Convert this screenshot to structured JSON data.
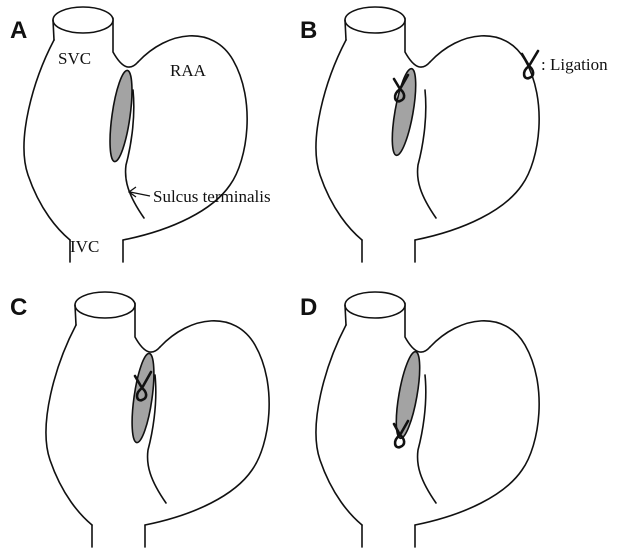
{
  "panels": {
    "a": {
      "letter": "A",
      "labels": {
        "svc": "SVC",
        "raa": "RAA",
        "ivc": "IVC",
        "sulcus": "Sulcus terminalis"
      }
    },
    "b": {
      "letter": "B"
    },
    "c": {
      "letter": "C"
    },
    "d": {
      "letter": "D"
    }
  },
  "legend": {
    "text": ": Ligation",
    "icon": "ligation-loop-icon"
  },
  "colors": {
    "node_fill": "#a3a3a3",
    "outline": "#111111"
  }
}
